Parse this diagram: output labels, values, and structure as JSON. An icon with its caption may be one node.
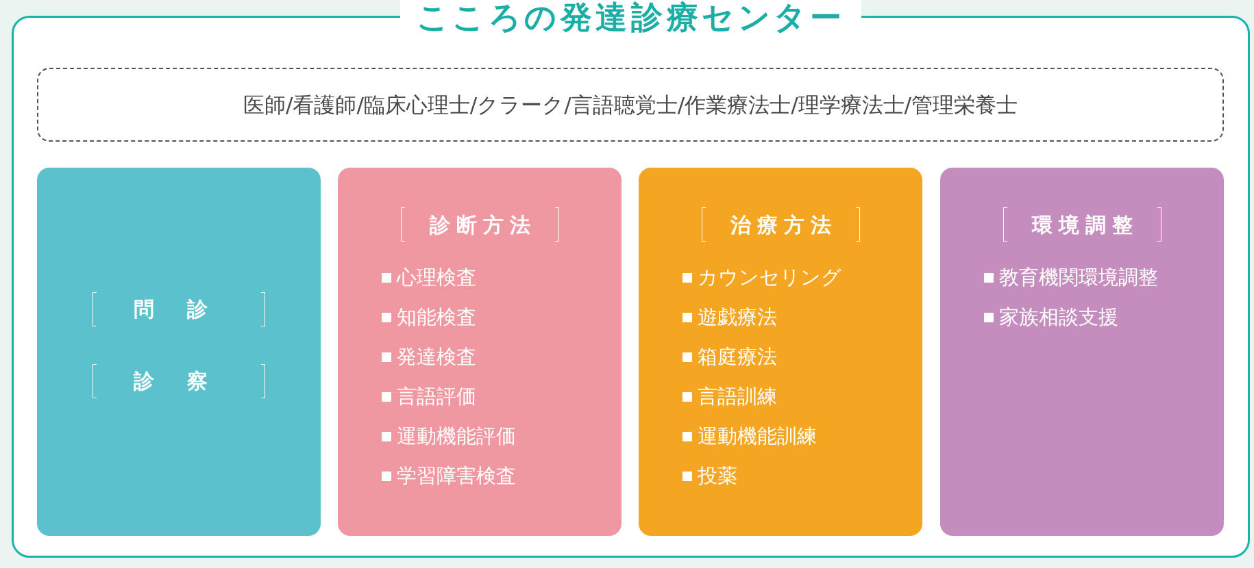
{
  "diagram": {
    "nodes": [
      {
        "text": [
          "こころの発達診療センター"
        ]
      },
      {
        "text": [
          "医師/看護師/臨床心理士/クラーク/言語聴覚士/作業療法士/理学療法士/管理栄養士"
        ],
        "in": 0
      },
      {
        "text": [
          "問診",
          "診察"
        ],
        "in": 0
      },
      {
        "text": [
          "診断方法",
          "心理検査",
          "知能検査",
          "発達検査",
          "言語評価",
          "運動機能評価",
          "学習障害検査"
        ],
        "in": 0
      },
      {
        "text": [
          "治療方法",
          "カウンセリング",
          "遊戯療法",
          "箱庭療法",
          "言語訓練",
          "運動機能訓練",
          "投薬"
        ],
        "in": 0
      },
      {
        "text": [
          "環境調整",
          "教育機関環境調整",
          "家族相談支援"
        ],
        "in": 0
      }
    ]
  }
}
